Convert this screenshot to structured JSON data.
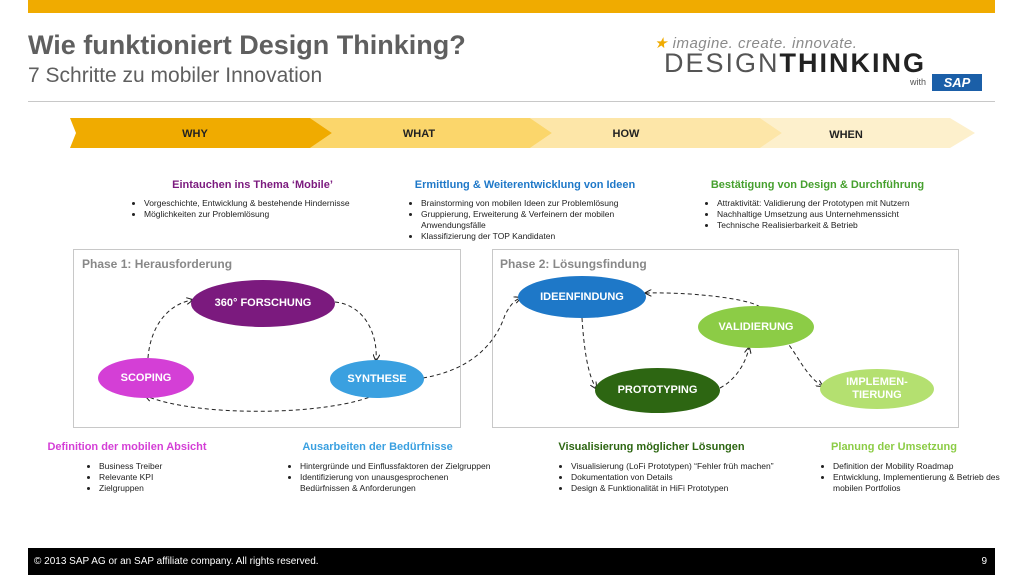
{
  "header": {
    "title": "Wie funktioniert Design Thinking?",
    "subtitle": "7 Schritte zu mobiler Innovation"
  },
  "logo": {
    "tagline": "imagine. create. innovate.",
    "word_design": "DESIGN",
    "word_thinking": "THINKING",
    "with": "with",
    "sap": "SAP"
  },
  "arrows": [
    "WHY",
    "WHAT",
    "HOW",
    "WHEN"
  ],
  "colors": {
    "accent": "#f0ab00",
    "purple": "#7b1a7e",
    "blue": "#1e78c8",
    "green": "#46a02e",
    "dark_green": "#2d6612",
    "light_blue": "#3aa0e0",
    "magenta": "#d43fd6",
    "light_green": "#8ccc46",
    "lime": "#b4e070"
  },
  "top_sections": [
    {
      "heading": "Eintauchen ins Thema ‘Mobile’",
      "bullets": [
        "Vorgeschichte, Entwicklung & bestehende Hindernisse",
        "Möglichkeiten zur Problemlösung"
      ]
    },
    {
      "heading": "Ermittlung & Weiterentwicklung von Ideen",
      "bullets": [
        "Brainstorming von mobilen Ideen zur Problemlösung",
        "Gruppierung, Erweiterung & Verfeinern der mobilen Anwendungsfälle",
        "Klassifizierung der TOP Kandidaten"
      ]
    },
    {
      "heading": "Bestätigung von Design & Durchführung",
      "bullets": [
        "Attraktivität: Validierung der Prototypen mit Nutzern",
        "Nachhaltige Umsetzung aus Unternehmenssicht",
        "Technische Realisierbarkeit & Betrieb"
      ]
    }
  ],
  "phases": [
    {
      "title": "Phase 1: Herausforderung"
    },
    {
      "title": "Phase 2: Lösungsfindung"
    }
  ],
  "nodes": {
    "forschung": "360° FORSCHUNG",
    "scoping": "SCOPING",
    "synthese": "SYNTHESE",
    "ideenfindung": "IDEENFINDUNG",
    "validierung": "VALIDIERUNG",
    "prototyping": "PROTOTYPING",
    "implementierung": "IMPLEMEN-\nTIERUNG"
  },
  "bottom_sections": [
    {
      "heading": "Definition der mobilen Absicht",
      "bullets": [
        "Business Treiber",
        "Relevante KPI",
        "Zielgruppen"
      ]
    },
    {
      "heading": "Ausarbeiten der Bedürfnisse",
      "bullets": [
        "Hintergründe und Einflussfaktoren der Zielgruppen",
        "Identifizierung von unausgesprochenen Bedürfnissen & Anforderungen"
      ]
    },
    {
      "heading": "Visualisierung möglicher Lösungen",
      "bullets": [
        "Visualisierung (LoFi Prototypen) “Fehler früh machen”",
        "Dokumentation von Details",
        "Design & Funktionalität in HiFi Prototypen"
      ]
    },
    {
      "heading": "Planung der Umsetzung",
      "bullets": [
        "Definition der Mobility Roadmap",
        "Entwicklung, Implementierung & Betrieb des mobilen Portfolios"
      ]
    }
  ],
  "footer": {
    "copyright": "© 2013 SAP AG or an SAP affiliate company. All rights reserved.",
    "page": "9"
  }
}
